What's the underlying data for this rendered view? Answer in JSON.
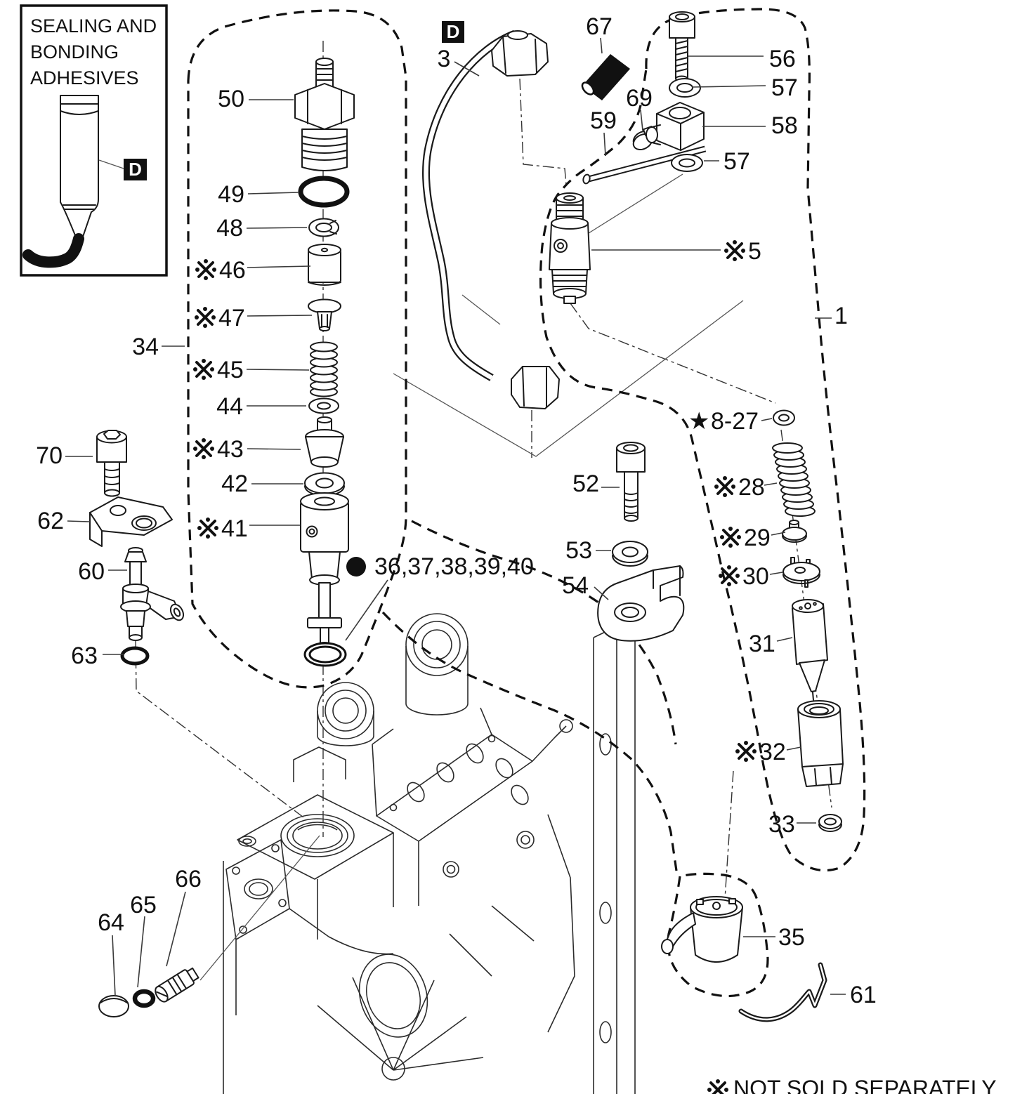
{
  "meta": {
    "background": "#ffffff",
    "ink": "#1a1a1a",
    "reference_marker": "※"
  },
  "legend_box": {
    "line1": "SEALING AND",
    "line2": "BONDING",
    "line3": "ADHESIVES",
    "tag": "D"
  },
  "pipe": {
    "tag": "D"
  },
  "footnote": {
    "marker": "※",
    "text": "NOT SOLD SEPARATELY"
  },
  "labels": {
    "p50": "50",
    "p49": "49",
    "p48": "48",
    "p46": "46",
    "p47": "47",
    "p45": "45",
    "p44": "44",
    "p43": "43",
    "p42": "42",
    "p41": "41",
    "p34": "34",
    "p36_40_marker": "●",
    "p36_40": "36,37,38,39,40",
    "p3": "3",
    "p67": "67",
    "p69": "69",
    "p59": "59",
    "p56": "56",
    "p57a": "57",
    "p58": "58",
    "p57b": "57",
    "p5": "5",
    "p1": "1",
    "p8_27_marker": "★",
    "p8_27": "8-27",
    "p28": "28",
    "p29": "29",
    "p30": "30",
    "p31": "31",
    "p32": "32",
    "p33": "33",
    "p52": "52",
    "p53": "53",
    "p54": "54",
    "p70": "70",
    "p62": "62",
    "p60": "60",
    "p63": "63",
    "p64": "64",
    "p65": "65",
    "p66": "66",
    "p35": "35",
    "p61": "61"
  }
}
